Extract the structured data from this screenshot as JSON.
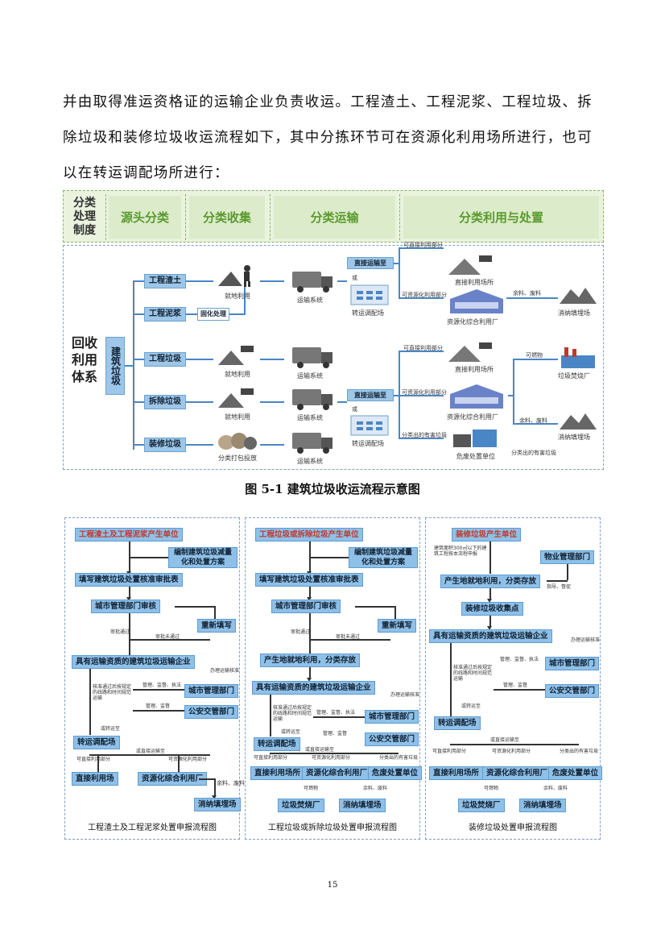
{
  "paragraph": {
    "line1": "并由取得准运资格证的运输企业负责收运。工程渣土、工程泥浆、工程垃圾、拆",
    "line2": "除垃圾和装修垃圾收运流程如下，其中分拣环节可在资源化利用场所进行，也可",
    "line3": "以在转运调配场所进行："
  },
  "figure1": {
    "system_label_line1": "分类",
    "system_label_line2": "处理",
    "system_label_line3": "制度",
    "stage1": "源头分类",
    "stage2": "分类收集",
    "stage3": "分类运输",
    "stage4": "分类利用与处置",
    "recycle_line1": "回收",
    "recycle_line2": "利用",
    "recycle_line3": "体系",
    "vertical_box": "建筑垃圾",
    "categories": [
      "工程渣土",
      "工程泥浆",
      "工程垃圾",
      "拆除垃圾",
      "装修垃圾"
    ],
    "solidify": "固化处理",
    "onsite_use": "就地利用",
    "sort_pack": "分类打包投放",
    "transport_system": "运输系统",
    "direct_to": "直接运输至",
    "or": "或",
    "transfer_station": "转运调配场",
    "direct_usable": "可直接利用部分",
    "resource_usable": "可资源化利用部分",
    "hazardous_sorted": "分类出的有害垃圾",
    "direct_use_site": "直接利用场所",
    "resource_plant": "资源化综合利用厂",
    "hazard_unit": "危废处置单位",
    "residue": "余料、废料",
    "combustible": "可燃物",
    "landfill": "消纳填埋场",
    "incinerator": "垃圾焚烧厂",
    "sorted_hazard": "分类出的有害垃圾"
  },
  "caption": "图 5-1  建筑垃圾收运流程示意图",
  "flow1": {
    "title": "工程渣土及工程泥浆产生单位",
    "plan": "编制建筑垃圾减量化和处置方案",
    "form": "填写建筑垃圾处置核准审批表",
    "review": "城市管理部门审核",
    "rewrite": "重新填写",
    "approved": "审批通过",
    "not_approved": "审批未通过",
    "transport_co": "具有运输资质的建筑垃圾运输企业",
    "permit": "办理运输核准",
    "route_note": "核准通过后按规定的线路和时间规范运输",
    "supervise1": "管理、监督、执法",
    "city_mgmt": "城市管理部门",
    "supervise2": "管理、监督",
    "police": "公安交管部门",
    "or_transfer": "或转运至",
    "transfer": "转运调配场",
    "or_direct": "或直接运输至",
    "direct_part": "可直接利用部分",
    "resource_part": "可资源化利用部分",
    "direct_site": "直接利用场",
    "resource_plant": "资源化综合利用厂",
    "residue": "余料、废料",
    "landfill": "消纳填埋场",
    "caption": "工程渣土及工程泥浆处置申报流程图"
  },
  "flow2": {
    "title": "工程垃圾或拆除垃圾产生单位",
    "plan": "编制建筑垃圾减量化和处置方案",
    "form": "填写建筑垃圾处置核准审批表",
    "review": "城市管理部门审核",
    "rewrite": "重新填写",
    "approved": "审批通过",
    "not_approved": "审批未通过",
    "onsite": "产生地就地利用，分类存放",
    "transport_co": "具有运输资质的建筑垃圾运输企业",
    "permit": "办理运输核准",
    "route_note": "核准通过后按规定的线路和时间规范运输",
    "supervise1": "管理、监督、执法",
    "city_mgmt": "城市管理部门",
    "supervise2": "管理、监督",
    "police": "公安交管部门",
    "or_transfer": "或转运至",
    "transfer": "转运调配场",
    "or_direct": "或直接运输至",
    "direct_part": "可直接利用部分",
    "resource_part": "可资源化利用部分",
    "hazard_part": "分类出的有害垃圾",
    "direct_site": "直接利用场所",
    "resource_plant": "资源化综合利用厂",
    "hazard_unit": "危废处置单位",
    "combustible": "可燃物",
    "residue": "余料、废料",
    "incinerator": "垃圾焚烧厂",
    "landfill": "消纳填埋场",
    "caption": "工程垃圾或拆除垃圾处置申报流程图"
  },
  "flow3": {
    "title": "装修垃圾产生单位",
    "area_note": "建筑面积300㎡以下的建筑工程按本流程申报",
    "property": "物业管理部门",
    "onsite": "产生地就地利用，分类存放",
    "guide": "指导、督促",
    "collection": "装修垃圾收集点",
    "transport_co": "具有运输资质的建筑垃圾运输企业",
    "permit": "办理运输核准",
    "supervise1": "管理、监督、执法",
    "route_note": "核准通过后按规定的线路和时间规范运输",
    "city_mgmt": "城市管理部门",
    "supervise2": "管理、监督",
    "police": "公安交管部门",
    "or_transfer": "或转运至",
    "transfer": "转运调配场",
    "or_direct": "或直接运输至",
    "direct_part": "可直接利用部分",
    "resource_part": "可资源化利用部分",
    "hazard_part": "分类出的有害垃圾",
    "direct_site": "直接利用场所",
    "resource_plant": "资源化综合利用厂",
    "hazard_unit": "危废处置单位",
    "combustible": "可燃物",
    "residue": "余料、废料",
    "incinerator": "垃圾焚烧厂",
    "landfill": "消纳填埋场",
    "caption": "装修垃圾处置申报流程图"
  },
  "page_number": "15"
}
